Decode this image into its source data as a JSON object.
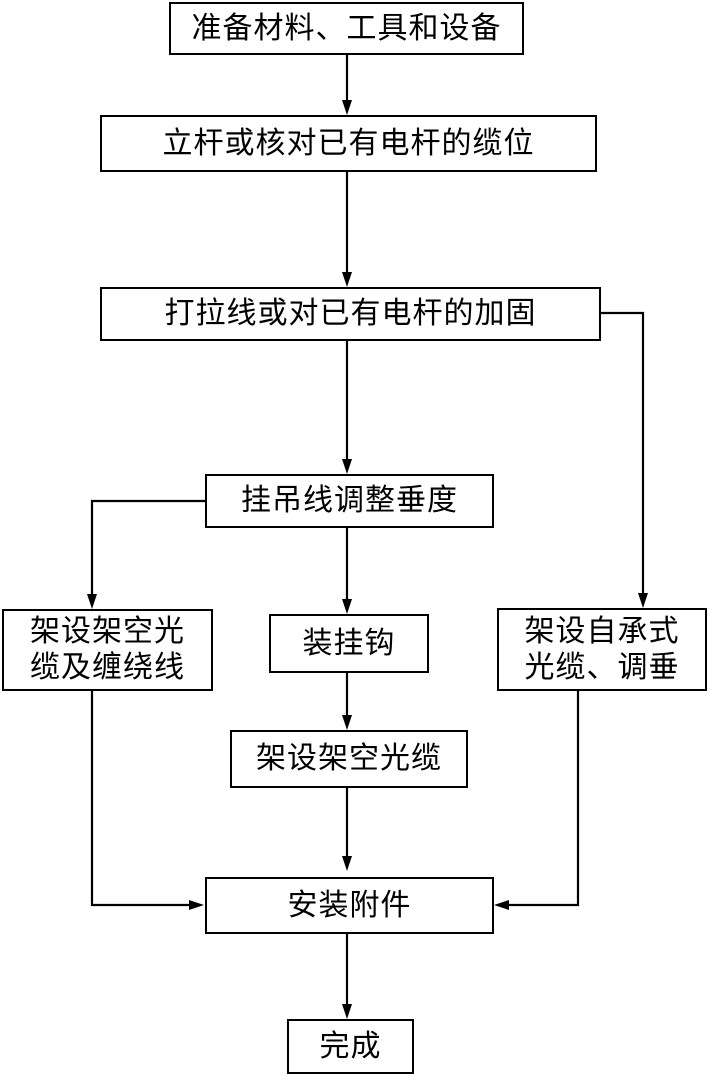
{
  "steps": {
    "prepare": "准备材料、工具和设备",
    "pole": "立杆或核对已有电杆的缆位",
    "guy": "打拉线或对已有电杆的加固",
    "messenger": "挂吊线调整垂度",
    "left_branch": [
      "架设架空光",
      "缆及缠绕线"
    ],
    "hook": "装挂钩",
    "aerial": "架设架空光缆",
    "right_branch": [
      "架设自承式",
      "光缆、调垂"
    ],
    "fittings": "安装附件",
    "done": "完成"
  }
}
